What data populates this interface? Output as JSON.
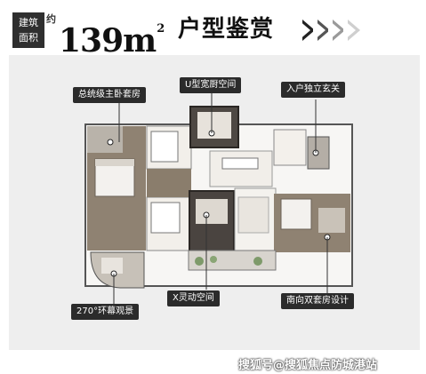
{
  "header": {
    "badge_line1": "建筑",
    "badge_line2": "面积",
    "approx": "约",
    "area_number": "139m",
    "area_sup": "2",
    "title": "户型鉴赏"
  },
  "callouts": {
    "master_suite": "总统级主卧套房",
    "u_kitchen": "U型宽厨空间",
    "entrance": "入户独立玄关",
    "panorama": "270°环幕观景",
    "x_space": "X灵动空间",
    "south_suite": "南向双套房设计"
  },
  "watermark": "搜狐号@搜狐焦点防城港站",
  "colors": {
    "callout_bg": "#2b2b2b",
    "highlight": "#4a4440",
    "floor_wood": "#8a7d6c",
    "panel_bg": "#eeeeee"
  }
}
